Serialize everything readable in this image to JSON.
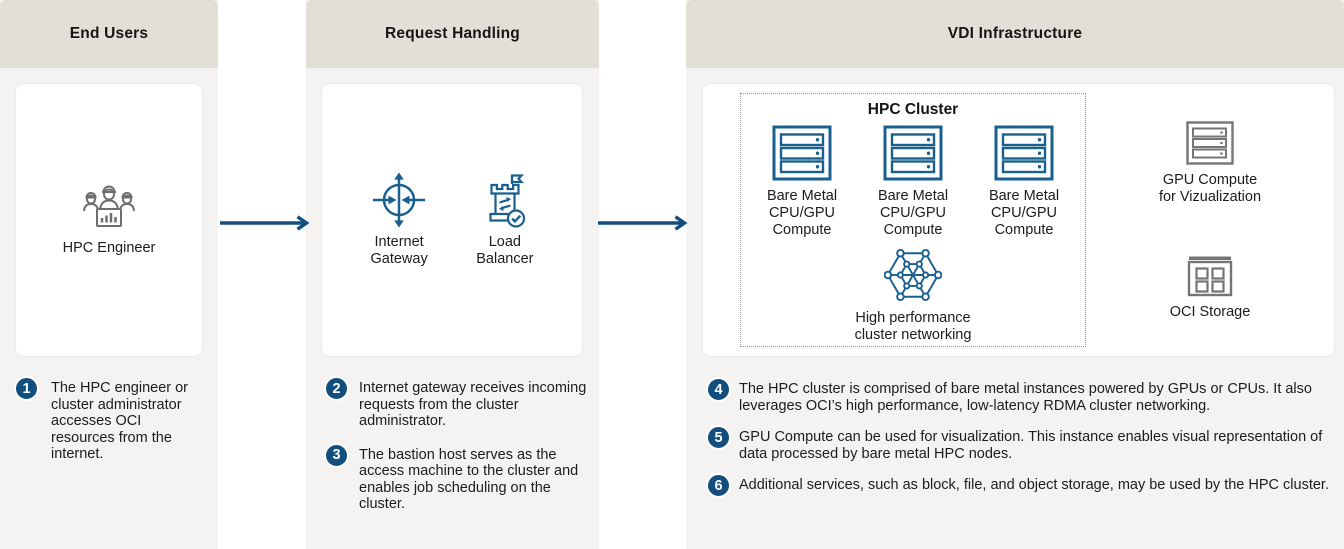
{
  "colors": {
    "header_bg": "#E2DFD7",
    "column_bg": "#F4F3F1",
    "card_bg": "#FFFFFF",
    "accent_blue": "#19608F",
    "dark_blue": "#134F7E",
    "icon_gray": "#707070",
    "text": "#1C1C1C"
  },
  "columns": [
    {
      "header": "End Users",
      "items": [
        {
          "icon": "hpc-engineer-icon",
          "label": "HPC Engineer"
        }
      ],
      "notes": [
        {
          "num": "1",
          "text": "The HPC engineer or cluster administrator accesses OCI resources from the internet."
        }
      ]
    },
    {
      "header": "Request Handling",
      "items": [
        {
          "icon": "internet-gateway-icon",
          "label": "Internet\nGateway"
        },
        {
          "icon": "load-balancer-icon",
          "label": "Load\nBalancer"
        }
      ],
      "notes": [
        {
          "num": "2",
          "text": "Internet gateway receives incoming requests from the cluster administrator."
        },
        {
          "num": "3",
          "text": "The bastion host serves as the access machine to the cluster and enables job scheduling on the cluster."
        }
      ]
    },
    {
      "header": "VDI Infrastructure",
      "cluster": {
        "title": "HPC Cluster",
        "servers": [
          {
            "icon": "bare-metal-server-icon",
            "label": "Bare Metal\nCPU/GPU\nCompute"
          },
          {
            "icon": "bare-metal-server-icon",
            "label": "Bare Metal\nCPU/GPU\nCompute"
          },
          {
            "icon": "bare-metal-server-icon",
            "label": "Bare Metal\nCPU/GPU\nCompute"
          }
        ],
        "network": {
          "icon": "cluster-network-icon",
          "label": "High performance\ncluster networking"
        }
      },
      "side_items": [
        {
          "icon": "gpu-compute-icon",
          "label": "GPU Compute\nfor Vizualization"
        },
        {
          "icon": "oci-storage-icon",
          "label": "OCI Storage"
        }
      ],
      "notes": [
        {
          "num": "4",
          "text": "The HPC cluster is comprised of bare metal instances powered by GPUs or CPUs. It also leverages OCI’s high performance, low-latency RDMA cluster networking."
        },
        {
          "num": "5",
          "text": "GPU Compute can be used for visualization. This instance enables visual representation of data processed by bare metal HPC nodes."
        },
        {
          "num": "6",
          "text": "Additional services, such as block, file, and object storage, may be used by the HPC cluster."
        }
      ]
    }
  ]
}
